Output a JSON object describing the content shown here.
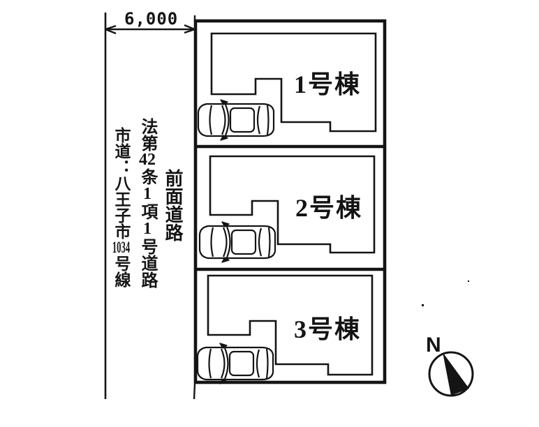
{
  "page": {
    "paper_color": "#ffffff",
    "ink_color": "#141414"
  },
  "dimension": {
    "road_width_label": "6,000"
  },
  "road_annotation": {
    "front_road": "前面道路",
    "law_prefix": "法第",
    "law_article": "42",
    "law_suffix": "条1項1号道路",
    "city_prefix": "市道：八王子市",
    "city_route": "1034",
    "city_suffix": "号線"
  },
  "lots": [
    {
      "label": "1号棟"
    },
    {
      "label": "2号棟"
    },
    {
      "label": "3号棟"
    }
  ],
  "compass": {
    "north_label": "N"
  }
}
